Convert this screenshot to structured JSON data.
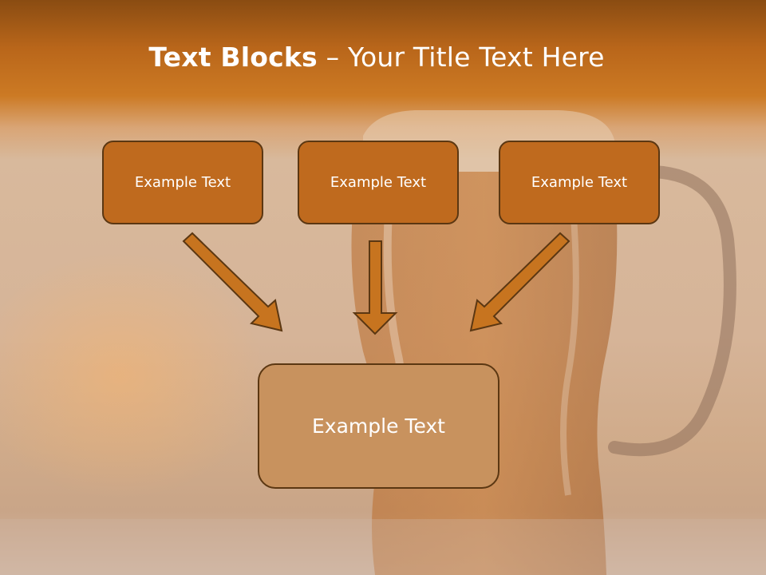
{
  "slide": {
    "title_bold": "Text Blocks",
    "title_rest": " – Your Title Text Here",
    "boxes": [
      {
        "label": "Example Text"
      },
      {
        "label": "Example Text"
      },
      {
        "label": "Example Text"
      }
    ],
    "bottom_box": {
      "label": "Example Text"
    }
  },
  "colors": {
    "header_orange": "#cc7a24",
    "box_fill": "#bf6a1e",
    "bottom_box_fill": "#c8925e",
    "arrow_fill": "#c7741f",
    "outline": "#5b3712"
  }
}
